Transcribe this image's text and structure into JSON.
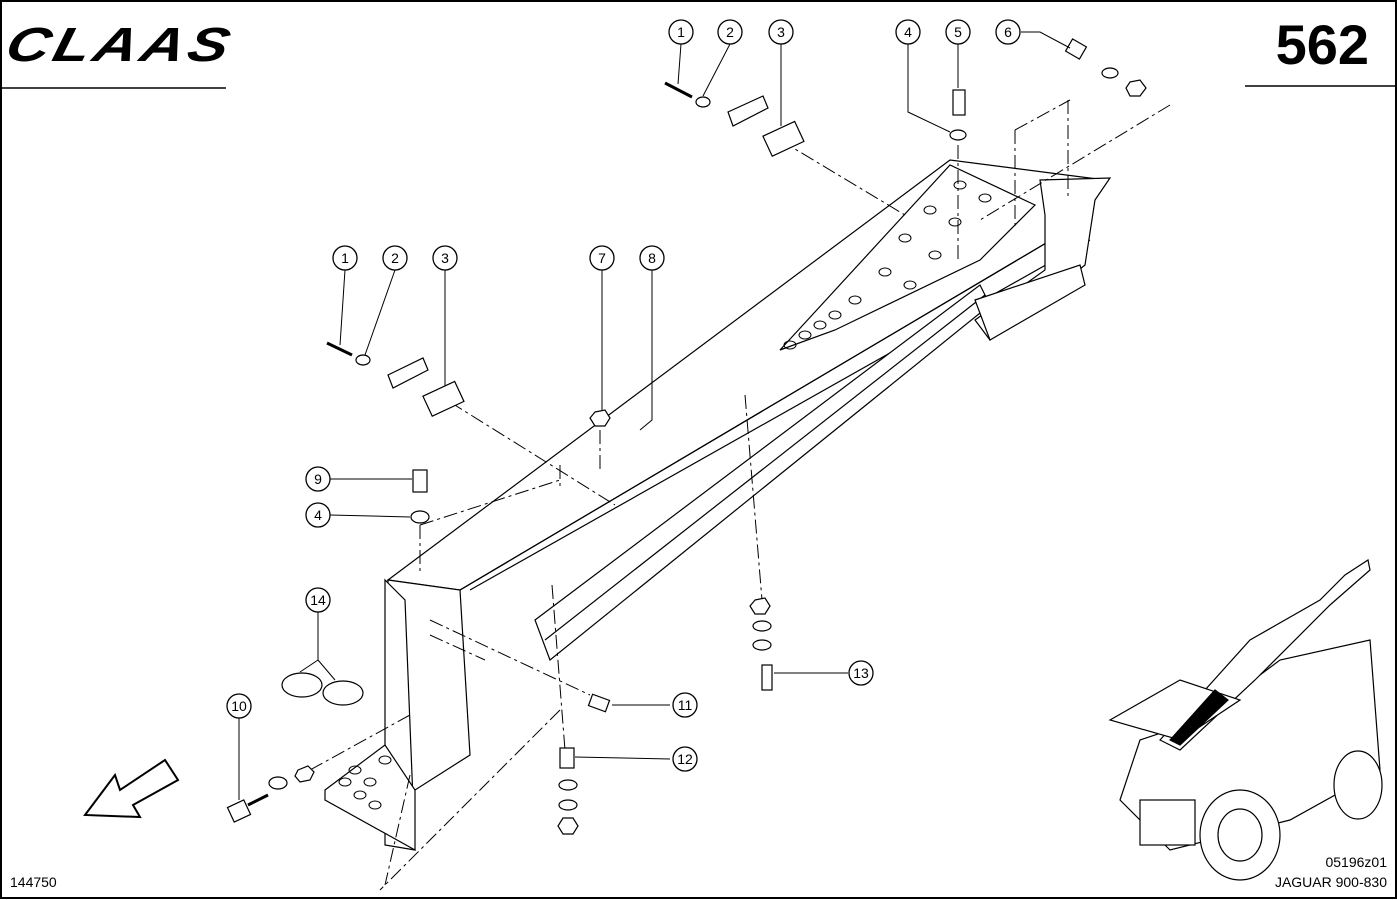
{
  "header": {
    "brand": "CLAAS",
    "page_number": "562"
  },
  "footer": {
    "drawing_id": "144750",
    "image_ref": "05196z01",
    "model": "JAGUAR 900-830"
  },
  "callouts": [
    {
      "id": "c1a",
      "label": "1"
    },
    {
      "id": "c2a",
      "label": "2"
    },
    {
      "id": "c3a",
      "label": "3"
    },
    {
      "id": "c4a",
      "label": "4"
    },
    {
      "id": "c5a",
      "label": "5"
    },
    {
      "id": "c6a",
      "label": "6"
    },
    {
      "id": "c1b",
      "label": "1"
    },
    {
      "id": "c2b",
      "label": "2"
    },
    {
      "id": "c3b",
      "label": "3"
    },
    {
      "id": "c7",
      "label": "7"
    },
    {
      "id": "c8",
      "label": "8"
    },
    {
      "id": "c9",
      "label": "9"
    },
    {
      "id": "c4b",
      "label": "4"
    },
    {
      "id": "c14",
      "label": "14"
    },
    {
      "id": "c10",
      "label": "10"
    },
    {
      "id": "c11",
      "label": "11"
    },
    {
      "id": "c12",
      "label": "12"
    },
    {
      "id": "c13",
      "label": "13"
    }
  ]
}
